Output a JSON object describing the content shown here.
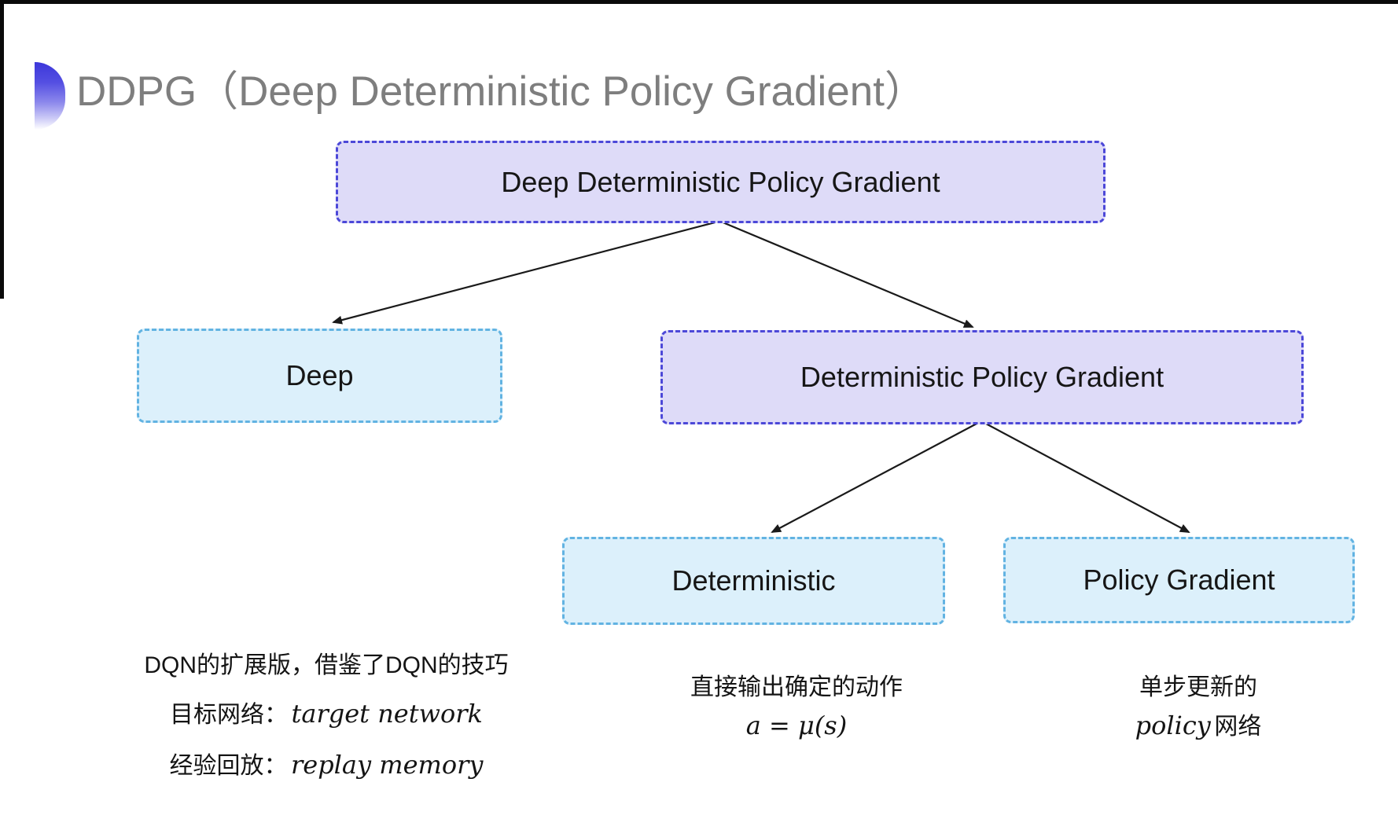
{
  "title": "DDPG（Deep Deterministic Policy Gradient）",
  "tree": {
    "root": {
      "label": "Deep Deterministic Policy Gradient"
    },
    "deep": {
      "label": "Deep"
    },
    "dpg": {
      "label": "Deterministic Policy Gradient"
    },
    "det": {
      "label": "Deterministic"
    },
    "pg": {
      "label": "Policy Gradient"
    }
  },
  "notes": {
    "deep": {
      "line1": "DQN的扩展版，借鉴了DQN的技巧",
      "line2_label": "目标网络：",
      "line2_value": "target network",
      "line3_label": "经验回放：",
      "line3_value": "replay memory"
    },
    "det": {
      "line1": "直接输出确定的动作",
      "formula": "a = μ(s)"
    },
    "pg": {
      "line1": "单步更新的",
      "line2_italic": "policy",
      "line2_rest": " 网络"
    }
  },
  "colors": {
    "node_purple_fill": "#dedbf8",
    "node_purple_border": "#4c48d8",
    "node_cyan_fill": "#dcf0fb",
    "node_cyan_border": "#62b3e2",
    "title_gray": "#7e7e7e",
    "arrow_black": "#1a1a1a",
    "logo_blue_top": "#3c37da"
  },
  "icons": {
    "half_disc": "blue gradient half-disc bullet"
  }
}
